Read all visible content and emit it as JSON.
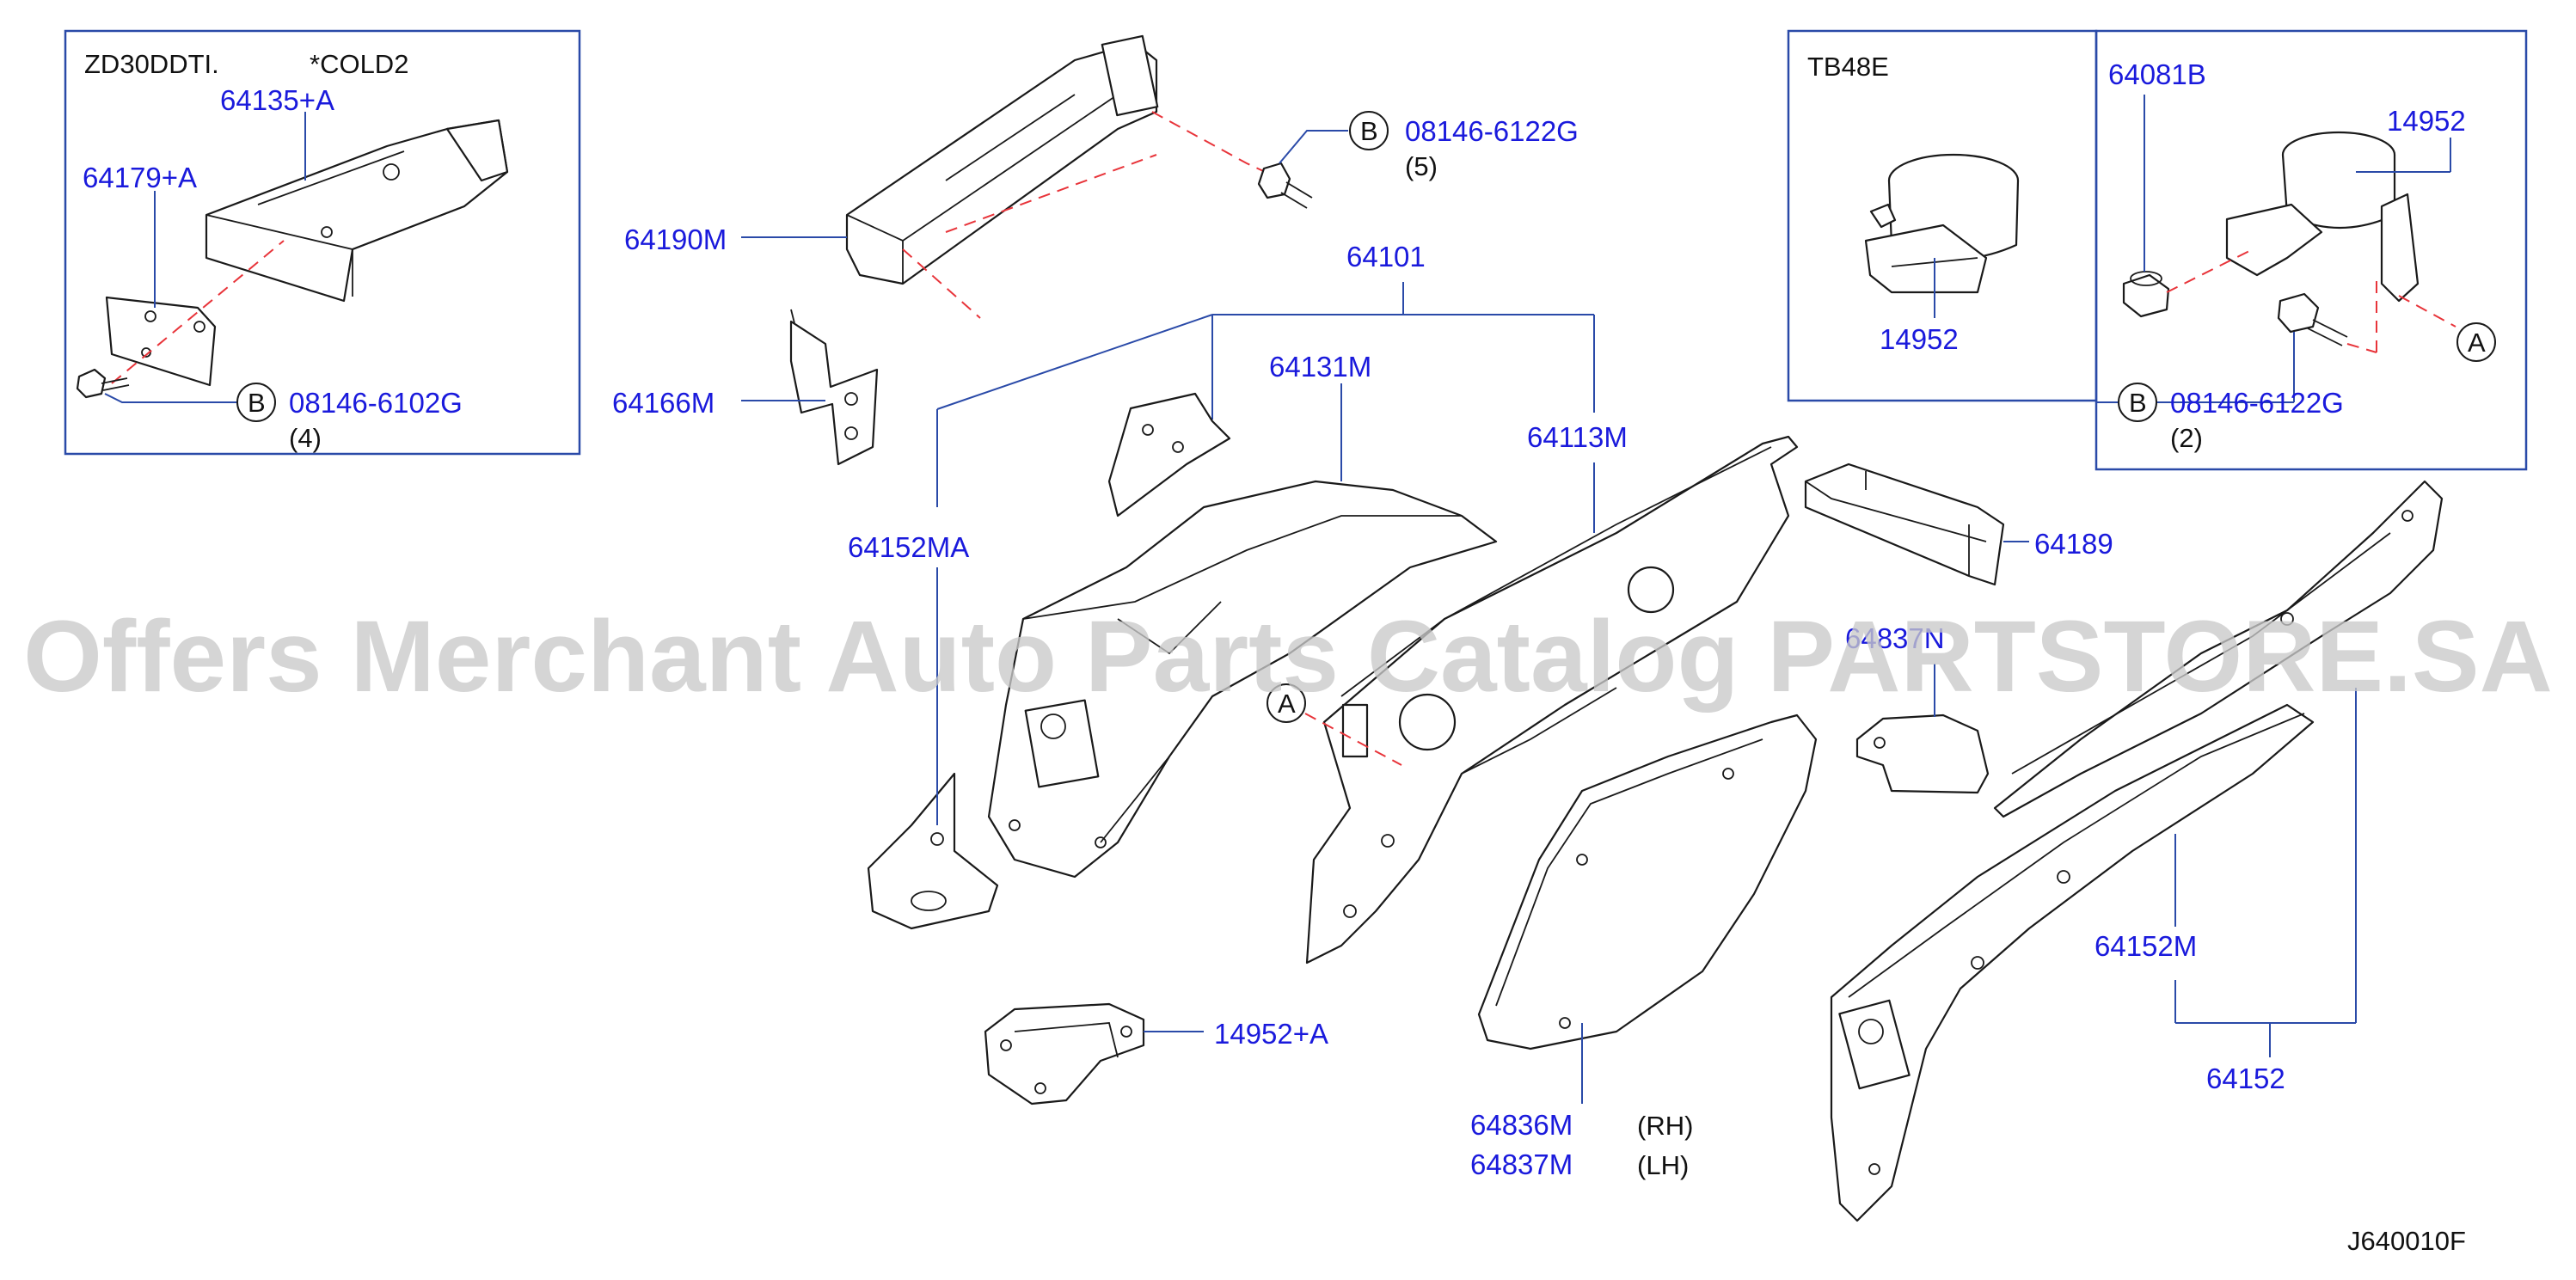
{
  "watermark": "Offers Merchant Auto Parts Catalog PARTSTORE.SA",
  "diagram_code": "J640010F",
  "inset_left": {
    "engine_label": "ZD30DDTI.",
    "spec_label": "*COLD2",
    "parts": [
      "64135+A",
      "64179+A"
    ],
    "bolt_ref": "B",
    "bolt_part": "08146-6102G",
    "bolt_qty": "(4)"
  },
  "inset_right": {
    "engine_label": "TB48E",
    "part_left": "14952",
    "part_bolt": "64081B",
    "part_band": "14952",
    "ref_a": "A",
    "bolt_ref": "B",
    "bolt_part": "08146-6122G",
    "bolt_qty": "(2)"
  },
  "main": {
    "p64190m": "64190M",
    "bolt_ref": "B",
    "bolt_part": "08146-6122G",
    "bolt_qty": "(5)",
    "p64101": "64101",
    "p64166m": "64166M",
    "p64131m": "64131M",
    "p64113m": "64113M",
    "p64152ma": "64152MA",
    "p64189": "64189",
    "p64837n": "64837N",
    "ref_a": "A",
    "p14952a": "14952+A",
    "p64836m": "64836M",
    "p64837m": "64837M",
    "rh": "(RH)",
    "lh": "(LH)",
    "p64152m": "64152M",
    "p64152": "64152"
  }
}
